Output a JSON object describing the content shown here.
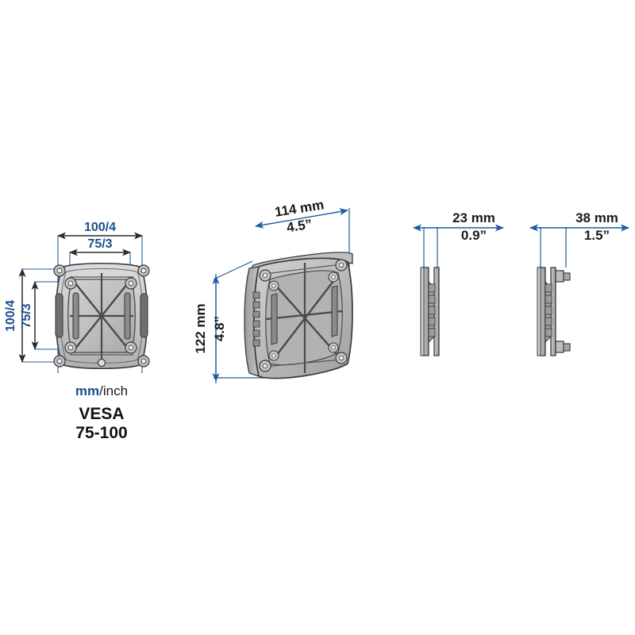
{
  "document": {
    "type": "technical-dimension-drawing",
    "background_color": "#ffffff",
    "subject": "VESA mounting plate"
  },
  "colors": {
    "dimension_blue": "#1f5c9e",
    "label_blue": "#1a4f8a",
    "ink_black": "#1a1a1a",
    "metal_light": "#cfcfcf",
    "metal_mid": "#b5b5b5",
    "metal_dark": "#8f8f8f",
    "outline": "#3a3a3a",
    "background": "#ffffff"
  },
  "views": {
    "front": {
      "name": "front-view",
      "dimensions": {
        "top_outer": "100/4",
        "top_inner": "75/3",
        "left_outer": "100/4",
        "left_inner": "75/3"
      }
    },
    "isometric": {
      "name": "isometric-view",
      "dimensions": {
        "width_mm": "114 mm",
        "width_inch": "4.5”",
        "height_mm": "122 mm",
        "height_inch": "4.8”"
      }
    },
    "side_a": {
      "name": "side-view-depth-a",
      "dimensions": {
        "depth_mm": "23 mm",
        "depth_inch": "0.9”"
      }
    },
    "side_b": {
      "name": "side-view-depth-b",
      "dimensions": {
        "depth_mm": "38 mm",
        "depth_inch": "1.5”"
      }
    }
  },
  "captions": {
    "units_primary": "mm",
    "units_separator": "/inch",
    "standard_line1": "VESA",
    "standard_line2": "75-100"
  }
}
